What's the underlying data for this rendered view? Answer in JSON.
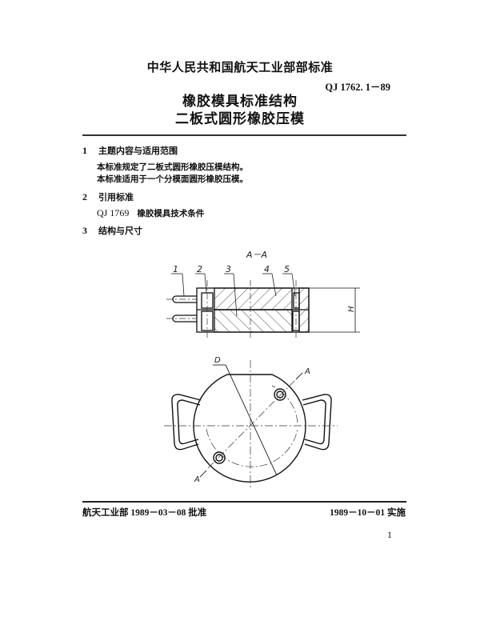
{
  "header": {
    "organization": "中华人民共和国航天工业部部标准",
    "standard_code": "QJ 1762. 1－89",
    "title_line1": "橡胶模具标准结构",
    "title_line2": "二板式圆形橡胶压模"
  },
  "sections": [
    {
      "number": "1",
      "heading": "主题内容与适用范围",
      "paragraphs": [
        "本标准规定了二板式圆形橡胶压模结构。",
        "本标准适用于一个分模面圆形橡胶压模。"
      ]
    },
    {
      "number": "2",
      "heading": "引用标准",
      "references": [
        {
          "code": "QJ 1769",
          "title": "橡胶模具技术条件"
        }
      ]
    },
    {
      "number": "3",
      "heading": "结构与尺寸"
    }
  ],
  "drawing": {
    "section_label": "A－A",
    "part_labels": [
      "1",
      "2",
      "3",
      "4",
      "5"
    ],
    "dimension_label": "H",
    "diameter_label": "D",
    "cut_label": "A"
  },
  "footer": {
    "approval": "航天工业部 1989－03－08 批准",
    "effective": "1989－10－01 实施",
    "page_number": "1"
  }
}
